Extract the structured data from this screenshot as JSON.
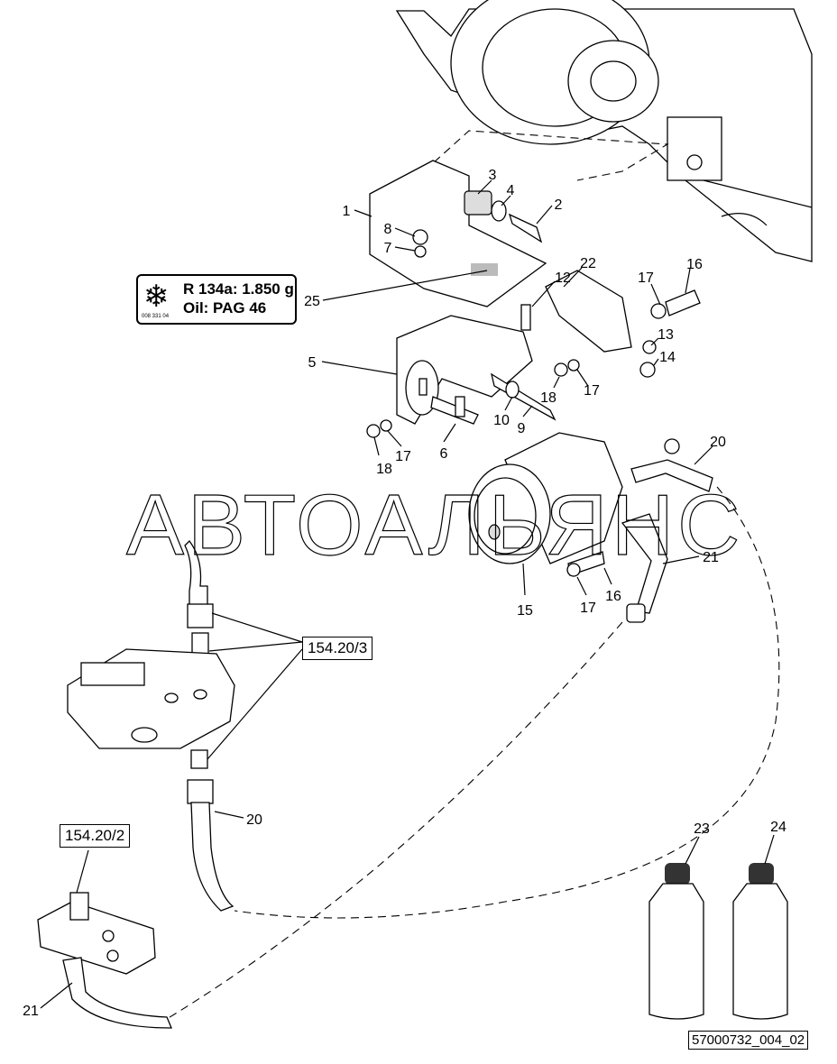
{
  "diagram": {
    "decal": {
      "icon": "snowflake-icon",
      "refrigerant": "R 134a: 1.850 g",
      "oil": "Oil: PAG 46",
      "code": "008 331 04"
    },
    "callouts": [
      "1",
      "3",
      "4",
      "2",
      "8",
      "7",
      "25",
      "22",
      "12",
      "17",
      "16",
      "13",
      "14",
      "5",
      "18",
      "17",
      "10",
      "9",
      "18",
      "17",
      "6",
      "20",
      "21",
      "15",
      "17",
      "16",
      "20",
      "21",
      "23",
      "24"
    ],
    "references": [
      "154.20/3",
      "154.20/2"
    ],
    "watermark": "АВТОАЛЬЯНС",
    "document_id": "57000732_004_02"
  }
}
